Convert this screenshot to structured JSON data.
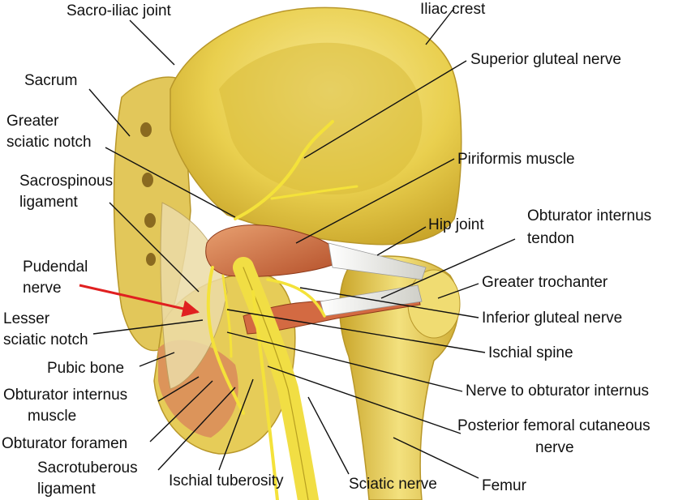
{
  "labels": {
    "sacro_iliac_joint": "Sacro-iliac joint",
    "iliac_crest": "Iliac crest",
    "superior_gluteal_nerve": "Superior gluteal nerve",
    "sacrum": "Sacrum",
    "greater_sciatic_notch_1": "Greater",
    "greater_sciatic_notch_2": "sciatic notch",
    "piriformis_muscle": "Piriformis muscle",
    "sacrospinous_ligament_1": "Sacrospinous",
    "sacrospinous_ligament_2": "ligament",
    "obturator_internus_tendon_1": "Obturator internus",
    "obturator_internus_tendon_2": "tendon",
    "hip_joint": "Hip joint",
    "pudendal_nerve_1": "Pudendal",
    "pudendal_nerve_2": "nerve",
    "greater_trochanter": "Greater trochanter",
    "lesser_sciatic_notch_1": "Lesser",
    "lesser_sciatic_notch_2": "sciatic notch",
    "inferior_gluteal_nerve": "Inferior gluteal nerve",
    "ischial_spine": "Ischial spine",
    "pubic_bone": "Pubic bone",
    "nerve_to_obturator_internus": "Nerve to obturator internus",
    "obturator_internus_muscle_1": "Obturator internus",
    "obturator_internus_muscle_2": "muscle",
    "posterior_femoral_cutaneous_nerve_1": "Posterior femoral cutaneous",
    "posterior_femoral_cutaneous_nerve_2": "nerve",
    "obturator_foramen": "Obturator foramen",
    "sacrotuberous_ligament_1": "Sacrotuberous",
    "sacrotuberous_ligament_2": "ligament",
    "ischial_tuberosity": "Ischial tuberosity",
    "sciatic_nerve": "Sciatic nerve",
    "femur": "Femur"
  },
  "colors": {
    "bone": "#e9cf4e",
    "bone_light": "#f5e58a",
    "bone_shadow": "#c9a52a",
    "muscle": "#c8643c",
    "muscle_light": "#e8a070",
    "nerve": "#f4e23a",
    "tendon": "#e8e8e0",
    "ligament": "#e6d6a0",
    "leader": "#111111",
    "arrow": "#e02020"
  }
}
